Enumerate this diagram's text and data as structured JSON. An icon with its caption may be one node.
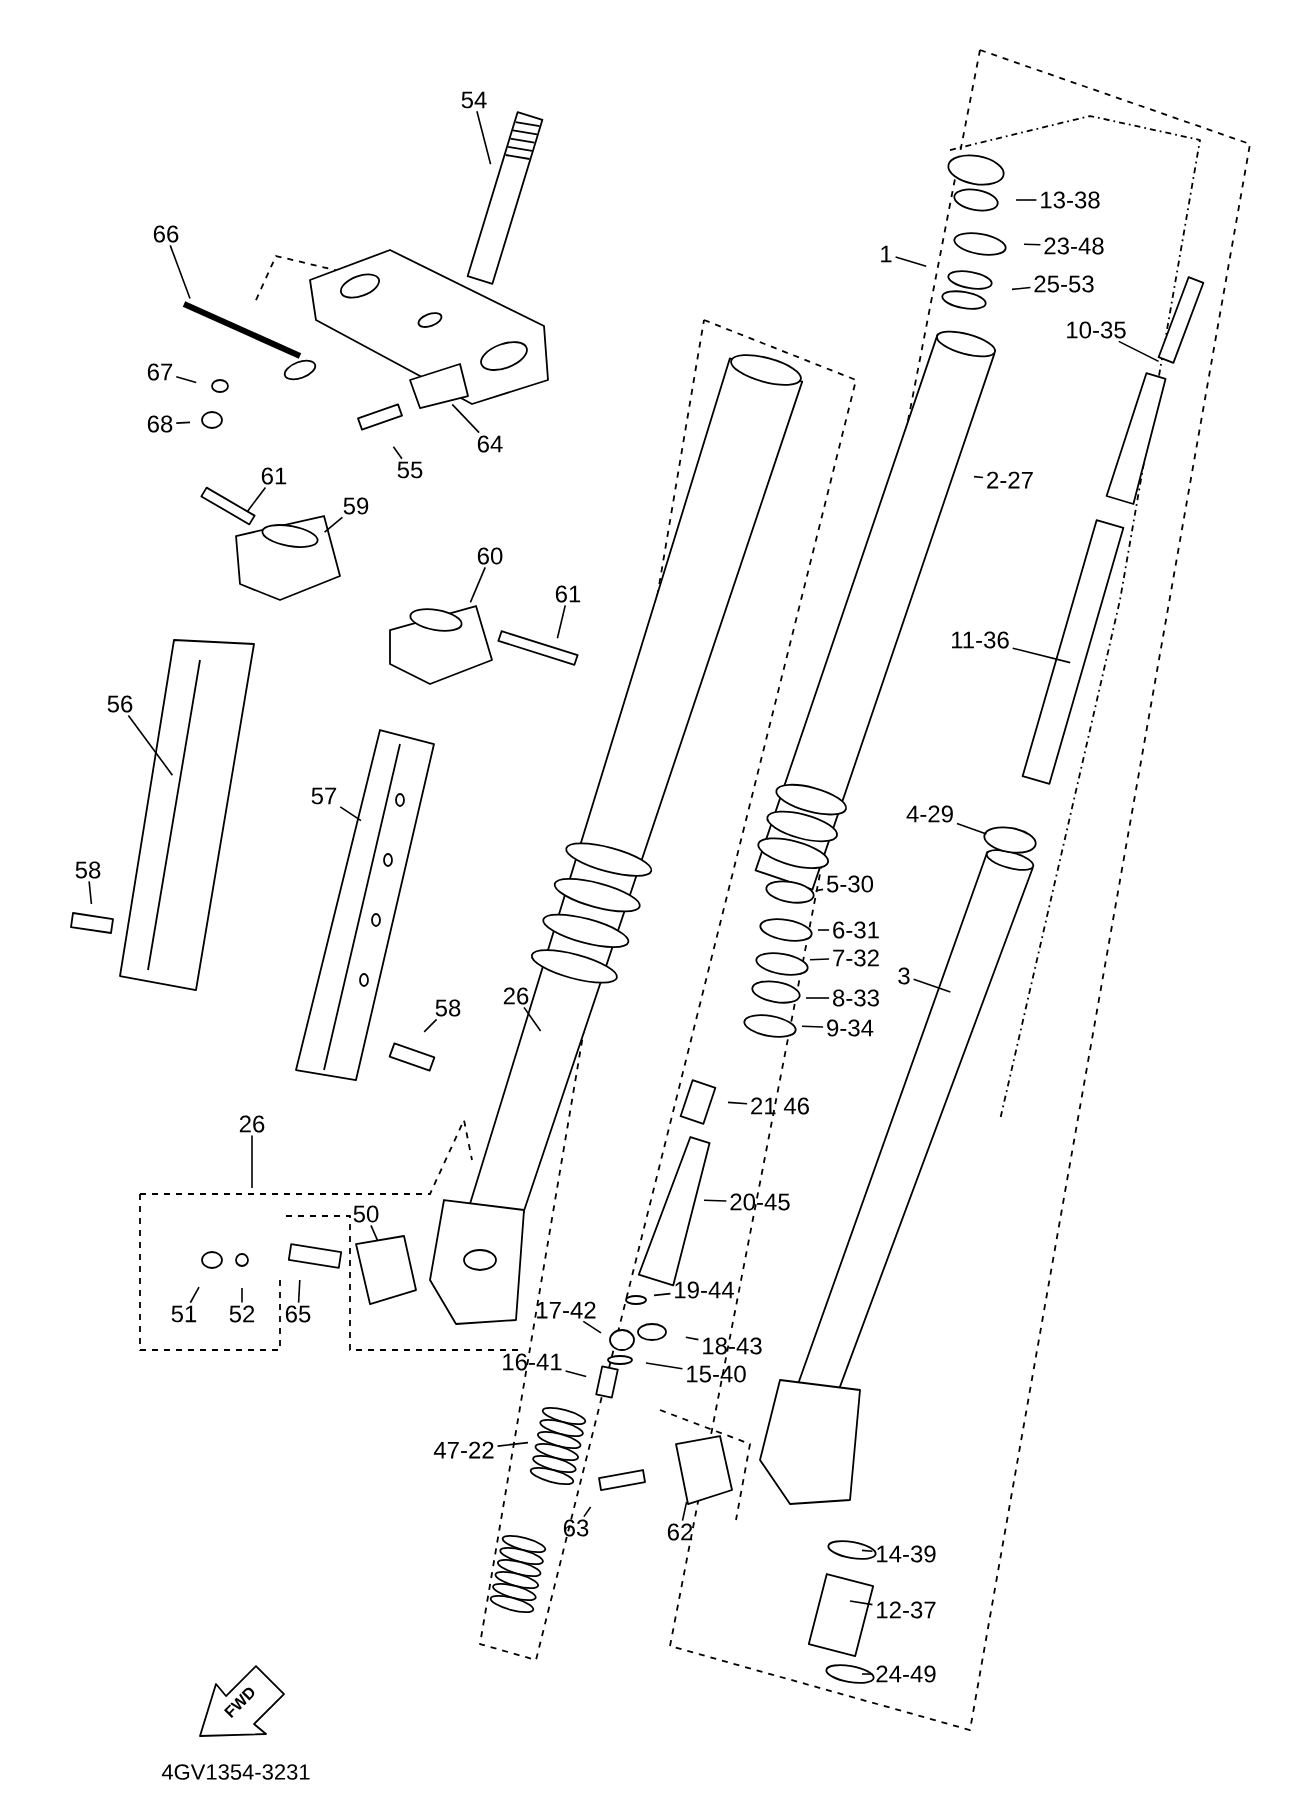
{
  "diagram": {
    "nodes": [
      {
        "text": [
          "54"
        ]
      },
      {
        "text": [
          "13-38"
        ]
      },
      {
        "text": [
          "66"
        ]
      },
      {
        "text": [
          "23-48"
        ]
      },
      {
        "text": [
          "1"
        ]
      },
      {
        "text": [
          "25-53"
        ]
      },
      {
        "text": [
          "10-35"
        ]
      },
      {
        "text": [
          "67"
        ]
      },
      {
        "text": [
          "68"
        ]
      },
      {
        "text": [
          "55"
        ]
      },
      {
        "text": [
          "64"
        ]
      },
      {
        "text": [
          "61"
        ]
      },
      {
        "text": [
          "2-27"
        ]
      },
      {
        "text": [
          "59"
        ]
      },
      {
        "text": [
          "60"
        ]
      },
      {
        "text": [
          "61"
        ]
      },
      {
        "text": [
          "11-36"
        ]
      },
      {
        "text": [
          "56"
        ]
      },
      {
        "text": [
          "57"
        ]
      },
      {
        "text": [
          "4-29"
        ]
      },
      {
        "text": [
          "58"
        ]
      },
      {
        "text": [
          "5-30"
        ]
      },
      {
        "text": [
          "6-31"
        ]
      },
      {
        "text": [
          "7-32"
        ]
      },
      {
        "text": [
          "3"
        ]
      },
      {
        "text": [
          "8-33"
        ]
      },
      {
        "text": [
          "26"
        ]
      },
      {
        "text": [
          "58"
        ]
      },
      {
        "text": [
          "9-34"
        ]
      },
      {
        "text": [
          "21 46"
        ]
      },
      {
        "text": [
          "26"
        ]
      },
      {
        "text": [
          "20-45"
        ]
      },
      {
        "text": [
          "50"
        ]
      },
      {
        "text": [
          "19-44"
        ]
      },
      {
        "text": [
          "17-42"
        ]
      },
      {
        "text": [
          "51"
        ]
      },
      {
        "text": [
          "52"
        ]
      },
      {
        "text": [
          "65"
        ]
      },
      {
        "text": [
          "18-43"
        ]
      },
      {
        "text": [
          "15-40"
        ]
      },
      {
        "text": [
          "16-41"
        ]
      },
      {
        "text": [
          "47-22"
        ]
      },
      {
        "text": [
          "63"
        ]
      },
      {
        "text": [
          "62"
        ]
      },
      {
        "text": [
          "14-39"
        ]
      },
      {
        "text": [
          "12-37"
        ]
      },
      {
        "text": [
          "24-49"
        ]
      }
    ],
    "edges": [
      {
        "from": 0,
        "to": null,
        "arrow": "none"
      },
      {
        "from": 1,
        "to": null,
        "arrow": "none"
      },
      {
        "from": 2,
        "to": null,
        "arrow": "none"
      },
      {
        "from": 3,
        "to": null,
        "arrow": "none"
      },
      {
        "from": 4,
        "to": null,
        "arrow": "none"
      },
      {
        "from": 5,
        "to": null,
        "arrow": "none"
      },
      {
        "from": 6,
        "to": null,
        "arrow": "none"
      },
      {
        "from": 7,
        "to": null,
        "arrow": "none"
      },
      {
        "from": 8,
        "to": null,
        "arrow": "none"
      },
      {
        "from": 9,
        "to": null,
        "arrow": "none"
      },
      {
        "from": 10,
        "to": null,
        "arrow": "none"
      },
      {
        "from": 11,
        "to": null,
        "arrow": "none"
      },
      {
        "from": 12,
        "to": null,
        "arrow": "none"
      },
      {
        "from": 13,
        "to": null,
        "arrow": "none"
      },
      {
        "from": 14,
        "to": null,
        "arrow": "none"
      },
      {
        "from": 15,
        "to": null,
        "arrow": "none"
      },
      {
        "from": 16,
        "to": null,
        "arrow": "none"
      },
      {
        "from": 17,
        "to": null,
        "arrow": "none"
      },
      {
        "from": 18,
        "to": null,
        "arrow": "none"
      },
      {
        "from": 19,
        "to": null,
        "arrow": "none"
      },
      {
        "from": 20,
        "to": null,
        "arrow": "none"
      },
      {
        "from": 21,
        "to": null,
        "arrow": "none"
      },
      {
        "from": 22,
        "to": null,
        "arrow": "none"
      },
      {
        "from": 23,
        "to": null,
        "arrow": "none"
      },
      {
        "from": 24,
        "to": null,
        "arrow": "none"
      },
      {
        "from": 25,
        "to": null,
        "arrow": "none"
      },
      {
        "from": 26,
        "to": null,
        "arrow": "none"
      },
      {
        "from": 27,
        "to": null,
        "arrow": "none"
      },
      {
        "from": 28,
        "to": null,
        "arrow": "none"
      },
      {
        "from": 29,
        "to": null,
        "arrow": "none"
      },
      {
        "from": 30,
        "to": null,
        "arrow": "none"
      },
      {
        "from": 31,
        "to": null,
        "arrow": "none"
      },
      {
        "from": 32,
        "to": null,
        "arrow": "none"
      },
      {
        "from": 33,
        "to": null,
        "arrow": "none"
      },
      {
        "from": 34,
        "to": null,
        "arrow": "none"
      },
      {
        "from": 35,
        "to": null,
        "arrow": "none"
      },
      {
        "from": 36,
        "to": null,
        "arrow": "none"
      },
      {
        "from": 37,
        "to": null,
        "arrow": "none"
      },
      {
        "from": 38,
        "to": null,
        "arrow": "none"
      },
      {
        "from": 39,
        "to": null,
        "arrow": "none"
      },
      {
        "from": 40,
        "to": null,
        "arrow": "none"
      },
      {
        "from": 41,
        "to": null,
        "arrow": "none"
      },
      {
        "from": 42,
        "to": null,
        "arrow": "none"
      },
      {
        "from": 43,
        "to": null,
        "arrow": "none"
      },
      {
        "from": 44,
        "to": null,
        "arrow": "none"
      },
      {
        "from": 45,
        "to": null,
        "arrow": "none"
      },
      {
        "from": 46,
        "to": null,
        "arrow": "none"
      }
    ],
    "labels": [
      "FWD",
      "4GV1354-3231"
    ]
  }
}
